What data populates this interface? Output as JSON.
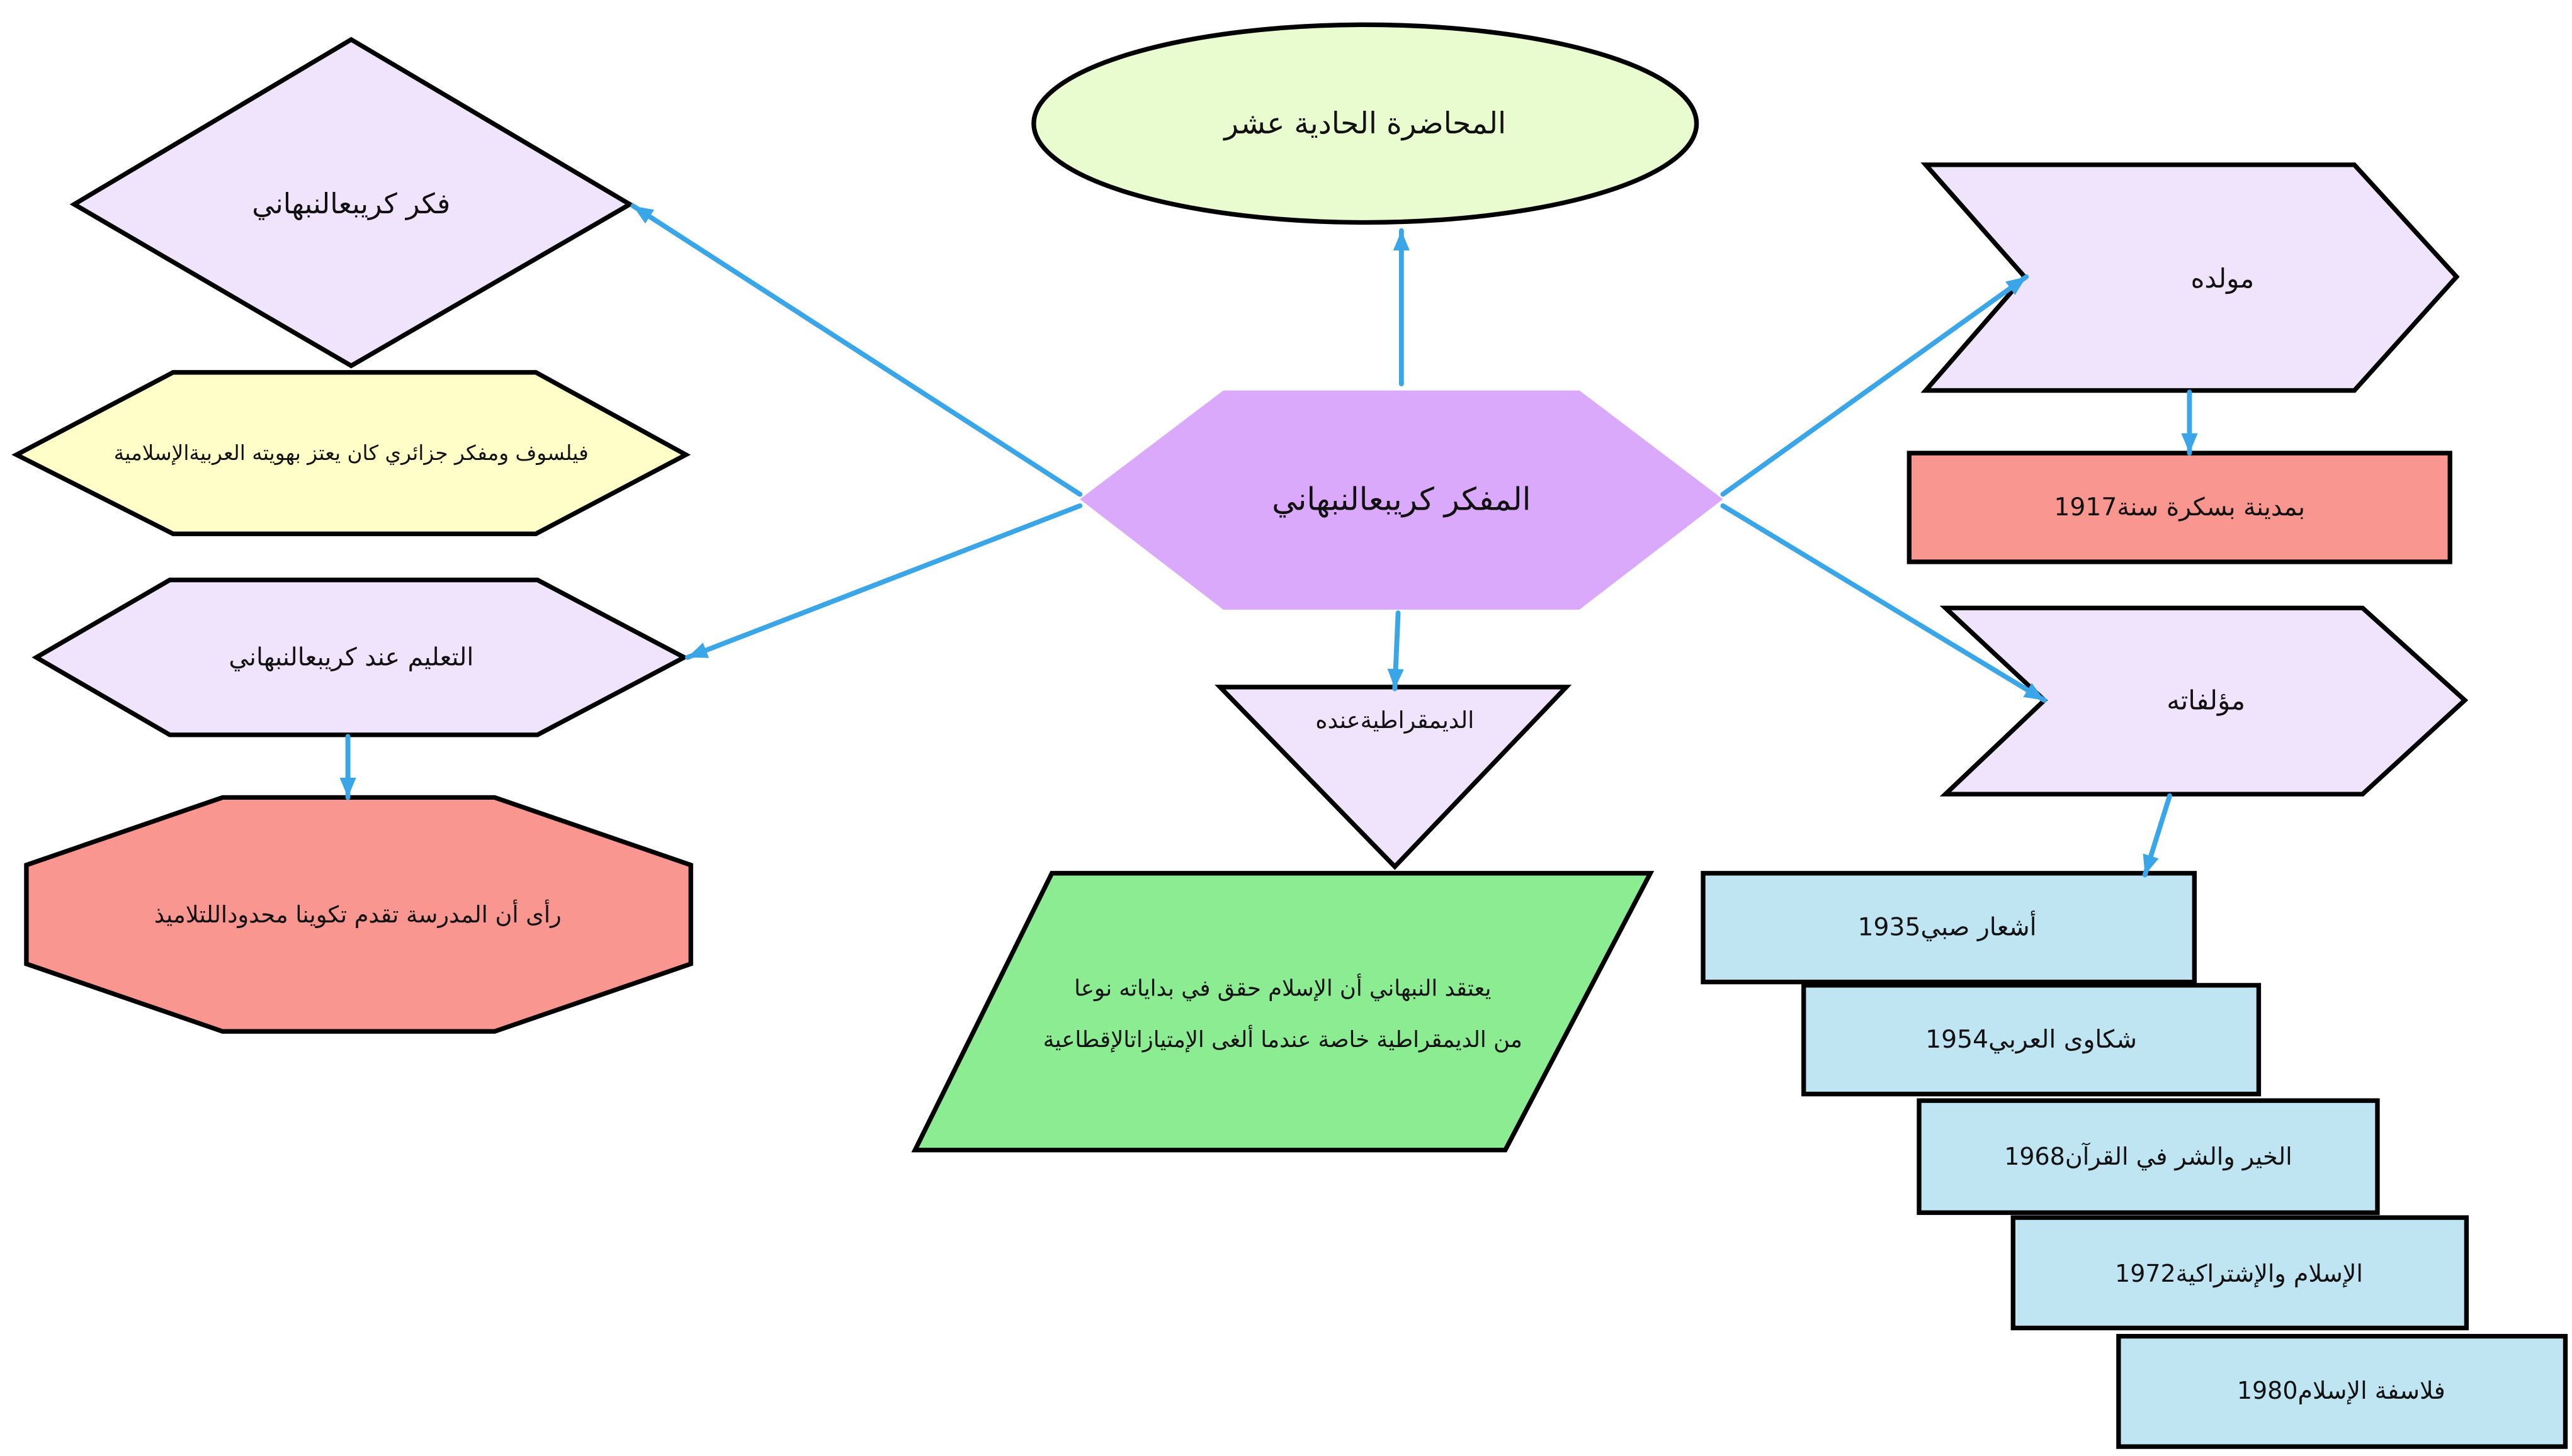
{
  "title": "المحاضرة الحادية عشر",
  "center": "المفكر كريبعالنبهاني",
  "nodes": {
    "thought": {
      "label": "فكر كريبعالنبهاني",
      "description": "فيلسوف ومفكر جزائري كان يعتز بهويته العربيةالإسلامية"
    },
    "education": {
      "label": "التعليم عند كريبعالنبهاني",
      "description": "رأى أن المدرسة تقدم تكوينا محدوداللتلاميذ"
    },
    "democracy": {
      "label": "الديمقراطيةعنده",
      "description_lines": [
        "يعتقد النبهاني أن الإسلام حقق في بداياته نوعا",
        "من الديمقراطية خاصة عندما ألغى الإمتيازاتالإقطاعية"
      ]
    },
    "birth": {
      "label": "مولده",
      "detail": "بمدينة بسكرة سنة1917"
    },
    "works": {
      "label": "مؤلفاته",
      "items": [
        "أشعار صبي1935",
        "شكاوى العربي1954",
        "الخير والشر في القرآن1968",
        "الإسلام والإشتراكية1972",
        "فلاسفة الإسلام1980"
      ]
    }
  },
  "colors": {
    "title_fill": "#e9fccf",
    "center_fill": "#dba9fb",
    "lavender_fill": "#f0e4fc",
    "yellow_fill": "#fffec8",
    "red_fill": "#f9968f",
    "green_fill": "#8cec92",
    "blue_fill": "#bfe5f3",
    "arrow": "#3aa6e8"
  }
}
